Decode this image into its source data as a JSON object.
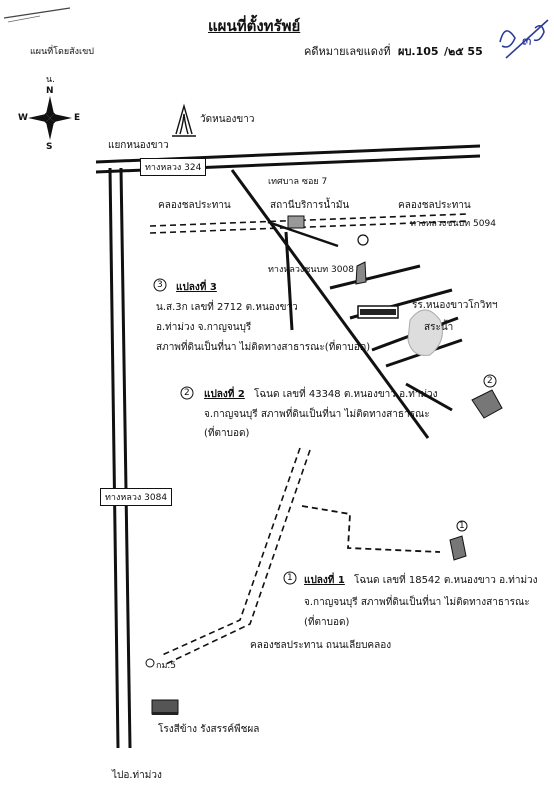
{
  "header": {
    "title": "แผนที่ตั้งทรัพย์",
    "left_label": "แผนที่โดยสังเขป",
    "case_label": "คดีหมายเลขแดงที่",
    "case_no": "ผบ.105",
    "case_year": "/๒๕ 55",
    "handwritten_no": "๓"
  },
  "compass": {
    "n": "N",
    "s": "S",
    "e": "E",
    "w": "W",
    "n_top": "น."
  },
  "landmarks": {
    "temple": "วัดหนองขาว",
    "junction": "แยกหนองขาว",
    "highway_324": "ทางหลวง 324",
    "highway_3084": "ทางหลวง 3084",
    "soi7": "เทศบาล ซอย 7",
    "gas_station": "สถานีบริการน้ำมัน",
    "canal_left": "คลองชลประทาน",
    "canal_right": "คลองชลประทาน",
    "rural_road": "ทางหลวงชนบท 5094",
    "highway_3008": "ทางหลวงชนบท 3008",
    "school": "รร.หนองขาวโกวิทฯ",
    "pond": "สระน้ำ",
    "canal_bottom": "คลองชลประทาน ถนนเลียบคลอง",
    "km": "กม.5",
    "mill": "โรงสีข้าง รังสรรค์พืชผล",
    "to_thamuang": "ไปอ.ท่าม่วง"
  },
  "parcels": {
    "p3": {
      "no": "3",
      "title": "แปลงที่ 3",
      "line1": "น.ส.3ก เลขที่ 2712  ต.หนองขาว",
      "line2": "อ.ท่าม่วง  จ.กาญจนบุรี",
      "line3": "สภาพที่ดินเป็นที่นา  ไม่ติดทางสาธารณะ(ที่ตาบอด)"
    },
    "p2": {
      "no": "2",
      "title": "แปลงที่ 2",
      "line1": "โฉนด เลขที่ 43348  ต.หนองขาว อ.ท่าม่วง",
      "line2": "จ.กาญจนบุรี  สภาพที่ดินเป็นที่นา  ไม่ติดทางสาธารณะ",
      "line3": "(ที่ตาบอด)"
    },
    "p1": {
      "no": "1",
      "title": "แปลงที่ 1",
      "line1": "โฉนด เลขที่ 18542  ต.หนองขาว อ.ท่าม่วง",
      "line2": "จ.กาญจนบุรี  สภาพที่ดินเป็นที่นา  ไม่ติดทางสาธารณะ",
      "line3": "(ที่ตาบอด)"
    }
  }
}
